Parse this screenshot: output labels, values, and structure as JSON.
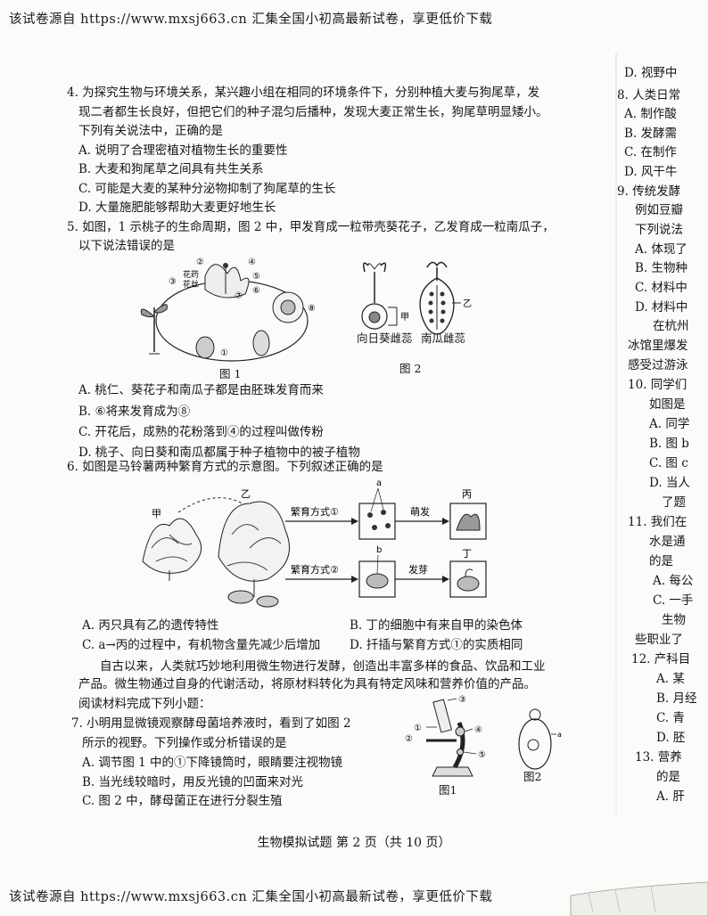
{
  "banner": {
    "top": "该试卷源自 https://www.mxsj663.cn 汇集全国小初高最新试卷，享更低价下载",
    "bottom": "该试卷源自 https://www.mxsj663.cn 汇集全国小初高最新试卷，享更低价下载"
  },
  "q4": {
    "stem1": "4. 为探究生物与环境关系，某兴趣小组在相同的环境条件下，分别种植大麦与狗尾草，发",
    "stem2": "现二者都生长良好，但把它们的种子混匀后播种，发现大麦正常生长，狗尾草明显矮小。",
    "stem3": "下列有关说法中，正确的是",
    "A": "A. 说明了合理密植对植物生长的重要性",
    "B": "B. 大麦和狗尾草之间具有共生关系",
    "C": "C. 可能是大麦的某种分泌物抑制了狗尾草的生长",
    "D": "D. 大量施肥能够帮助大麦更好地生长"
  },
  "q5": {
    "stem1": "5. 如图，1 示桃子的生命周期，图 2 中，甲发育成一粒带壳葵花子，乙发育成一粒南瓜子，",
    "stem2": "以下说法错误的是",
    "fig1_caption": "图 1",
    "fig2_caption": "图 2",
    "fig1_labels": [
      "②",
      "花药",
      "花丝",
      "③",
      "④",
      "⑤",
      "⑥",
      "⑦",
      "⑧",
      "①"
    ],
    "fig2_labels": {
      "jia": "甲",
      "yi": "乙",
      "left": "向日葵雌蕊",
      "right": "南瓜雌蕊"
    },
    "A": "A. 桃仁、葵花子和南瓜子都是由胚珠发育而来",
    "B": "B. ⑥将来发育成为⑧",
    "C": "C. 开花后，成熟的花粉落到④的过程叫做传粉",
    "D": "D. 桃子、向日葵和南瓜都属于种子植物中的被子植物"
  },
  "q6": {
    "stem": "6. 如图是马铃薯两种繁育方式的示意图。下列叙述正确的是",
    "labels": {
      "jia": "甲",
      "yi": "乙",
      "a": "a",
      "b": "b",
      "bing": "丙",
      "ding": "丁",
      "m1": "繁育方式①",
      "m2": "繁育方式②",
      "mengfa": "萌发",
      "fanya": "发芽"
    },
    "A": "A. 丙只具有乙的遗传特性",
    "B": "B. 丁的细胞中有来自甲的染色体",
    "C": "C. a→丙的过程中，有机物含量先减少后增加",
    "D": "D. 扦插与繁育方式①的实质相同"
  },
  "reading": {
    "line1": "自古以来，人类就巧妙地利用微生物进行发酵，创造出丰富多样的食品、饮品和工业",
    "line2": "产品。微生物通过自身的代谢活动，将原材料转化为具有特定风味和营养价值的产品。",
    "line3": "阅读材料完成下列小题："
  },
  "q7": {
    "stem1": "7. 小明用显微镜观察酵母菌培养液时，看到了如图 2",
    "stem2": "所示的视野。下列操作或分析错误的是",
    "A": "A. 调节图 1 中的①下降镜筒时，眼睛要注视物镜",
    "B": "B. 当光线较暗时，用反光镜的凹面来对光",
    "C": "C. 图 2 中，酵母菌正在进行分裂生殖",
    "fig1_caption": "图1",
    "fig2_caption": "图2",
    "labels": [
      "③",
      "①",
      "②",
      "④",
      "⑤",
      "a"
    ]
  },
  "footer": "生物模拟试题  第 2 页（共 10 页）",
  "right_column": [
    "D. 视野中",
    "8. 人类日常",
    "A. 制作酸",
    "B. 发酵需",
    "C. 在制作",
    "D. 风干牛",
    "9. 传统发酵",
    "例如豆瓣",
    "下列说法",
    "A. 体现了",
    "B. 生物种",
    "C. 材料中",
    "D. 材料中",
    "在杭州",
    "冰馆里爆发",
    "感受过游泳",
    "10. 同学们",
    "如图是",
    "A. 同学",
    "B. 图 b",
    "C. 图 c",
    "D. 当人",
    "了题",
    "11. 我们在",
    "水是通",
    "的是",
    "A. 每公",
    "C. 一手",
    "生物",
    "些职业了",
    "12. 产科目",
    "A. 某",
    "B. 月经",
    "C. 青",
    "D. 胚",
    "13. 营养",
    "的是",
    "A. 肝"
  ]
}
